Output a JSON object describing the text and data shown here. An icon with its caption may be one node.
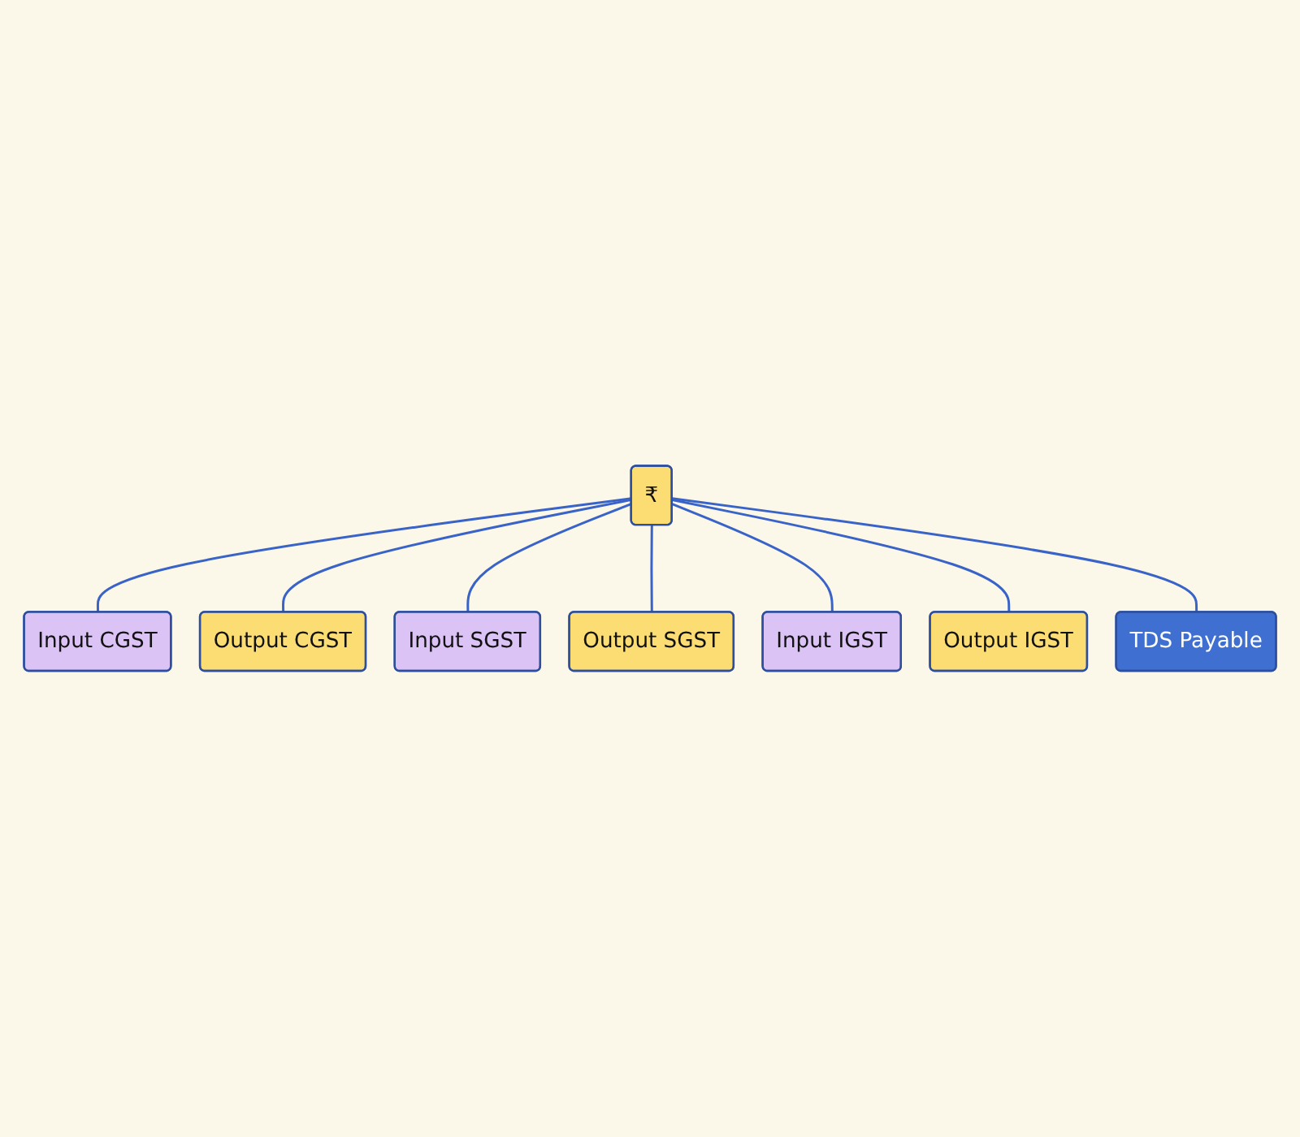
{
  "diagram": {
    "nodes": [
      {
        "text": [
          "₹"
        ]
      },
      {
        "text": [
          "Input CGST"
        ]
      },
      {
        "text": [
          "Output CGST"
        ]
      },
      {
        "text": [
          "Input SGST"
        ]
      },
      {
        "text": [
          "Output SGST"
        ]
      },
      {
        "text": [
          "Input IGST"
        ]
      },
      {
        "text": [
          "Output IGST"
        ]
      },
      {
        "text": [
          "TDS Payable"
        ]
      }
    ],
    "edges": [
      {
        "from": 0,
        "to": 1,
        "arrow": "none"
      },
      {
        "from": 0,
        "to": 2,
        "arrow": "none"
      },
      {
        "from": 0,
        "to": 3,
        "arrow": "none"
      },
      {
        "from": 0,
        "to": 4,
        "arrow": "none"
      },
      {
        "from": 0,
        "to": 5,
        "arrow": "none"
      },
      {
        "from": 0,
        "to": 6,
        "arrow": "none"
      },
      {
        "from": 0,
        "to": 7,
        "arrow": "none"
      }
    ]
  }
}
